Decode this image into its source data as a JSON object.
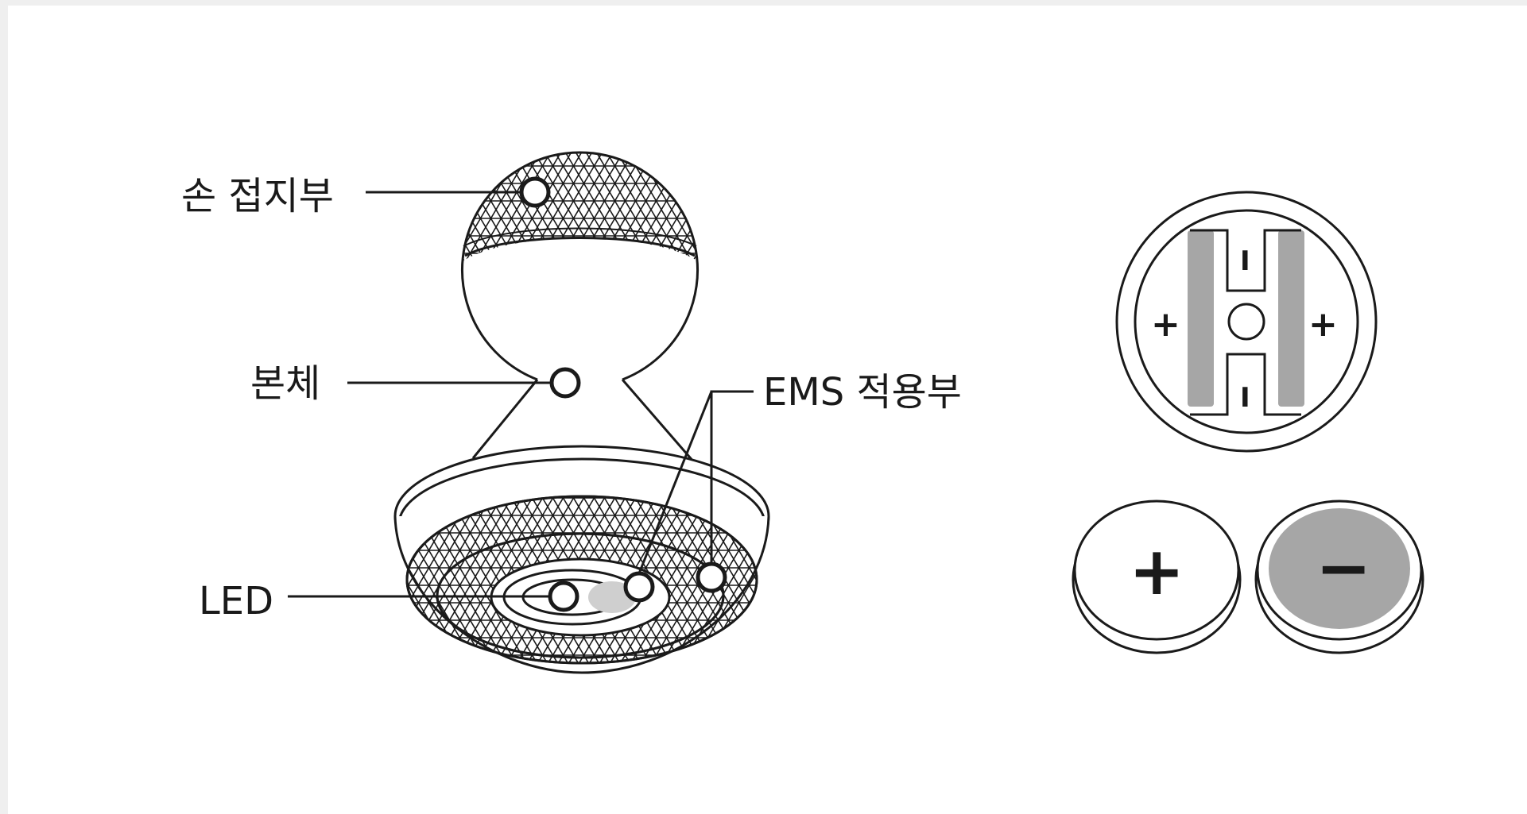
{
  "labels": {
    "hand_grip": "손 접지부",
    "body": "본체",
    "ems": "EMS 적용부",
    "led": "LED"
  },
  "battery_holder": {
    "plus_left": "+",
    "plus_right": "+",
    "minus_top": "I",
    "minus_bottom": "I"
  },
  "batteries": {
    "positive_symbol": "+",
    "negative_symbol": "−"
  },
  "colors": {
    "line": "#1a1a1a",
    "contact_gray": "#a6a6a6",
    "page_background": "#efefef",
    "canvas_background": "#ffffff"
  }
}
